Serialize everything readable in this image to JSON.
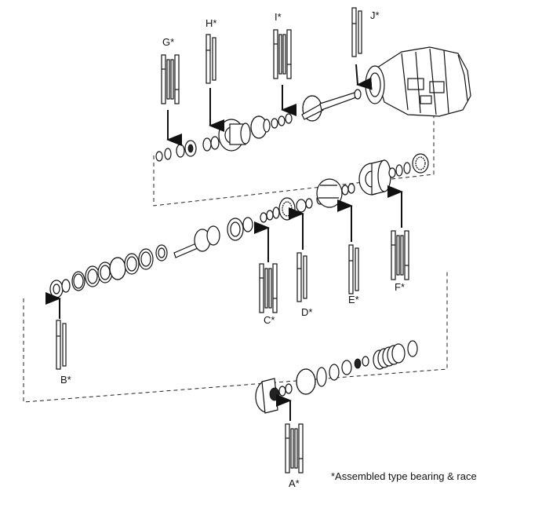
{
  "callouts": {
    "A": "A*",
    "B": "B*",
    "C": "C*",
    "D": "D*",
    "E": "E*",
    "F": "F*",
    "G": "G*",
    "H": "H*",
    "I": "I*",
    "J": "J*"
  },
  "note": "*Assembled type bearing & race"
}
